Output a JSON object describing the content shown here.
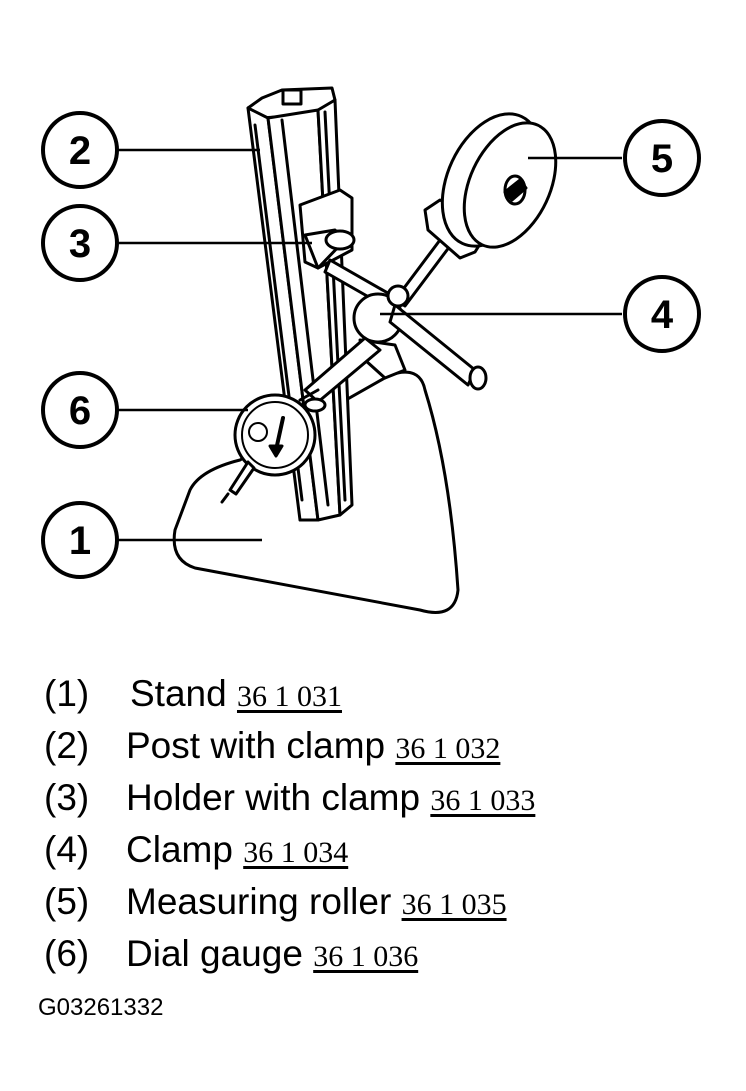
{
  "figure": {
    "callouts": [
      {
        "number": "1",
        "icon": "stand-base"
      },
      {
        "number": "2",
        "icon": "post"
      },
      {
        "number": "3",
        "icon": "holder-clamp"
      },
      {
        "number": "4",
        "icon": "clamp-ball"
      },
      {
        "number": "5",
        "icon": "measuring-roller"
      },
      {
        "number": "6",
        "icon": "dial-gauge"
      }
    ]
  },
  "legend": {
    "items": [
      {
        "number": "(1)",
        "label": "Stand",
        "ref": "36 1 031"
      },
      {
        "number": "(2)",
        "label": "Post with clamp",
        "ref": "36 1 032"
      },
      {
        "number": "(3)",
        "label": "Holder with clamp",
        "ref": "36 1 033"
      },
      {
        "number": "(4)",
        "label": "Clamp",
        "ref": "36 1 034"
      },
      {
        "number": "(5)",
        "label": "Measuring roller",
        "ref": "36 1 035"
      },
      {
        "number": "(6)",
        "label": "Dial gauge",
        "ref": "36 1 036"
      }
    ]
  },
  "figure_id": "G03261332",
  "colors": {
    "ink": "#000000",
    "background": "#ffffff",
    "link": "#000000"
  }
}
